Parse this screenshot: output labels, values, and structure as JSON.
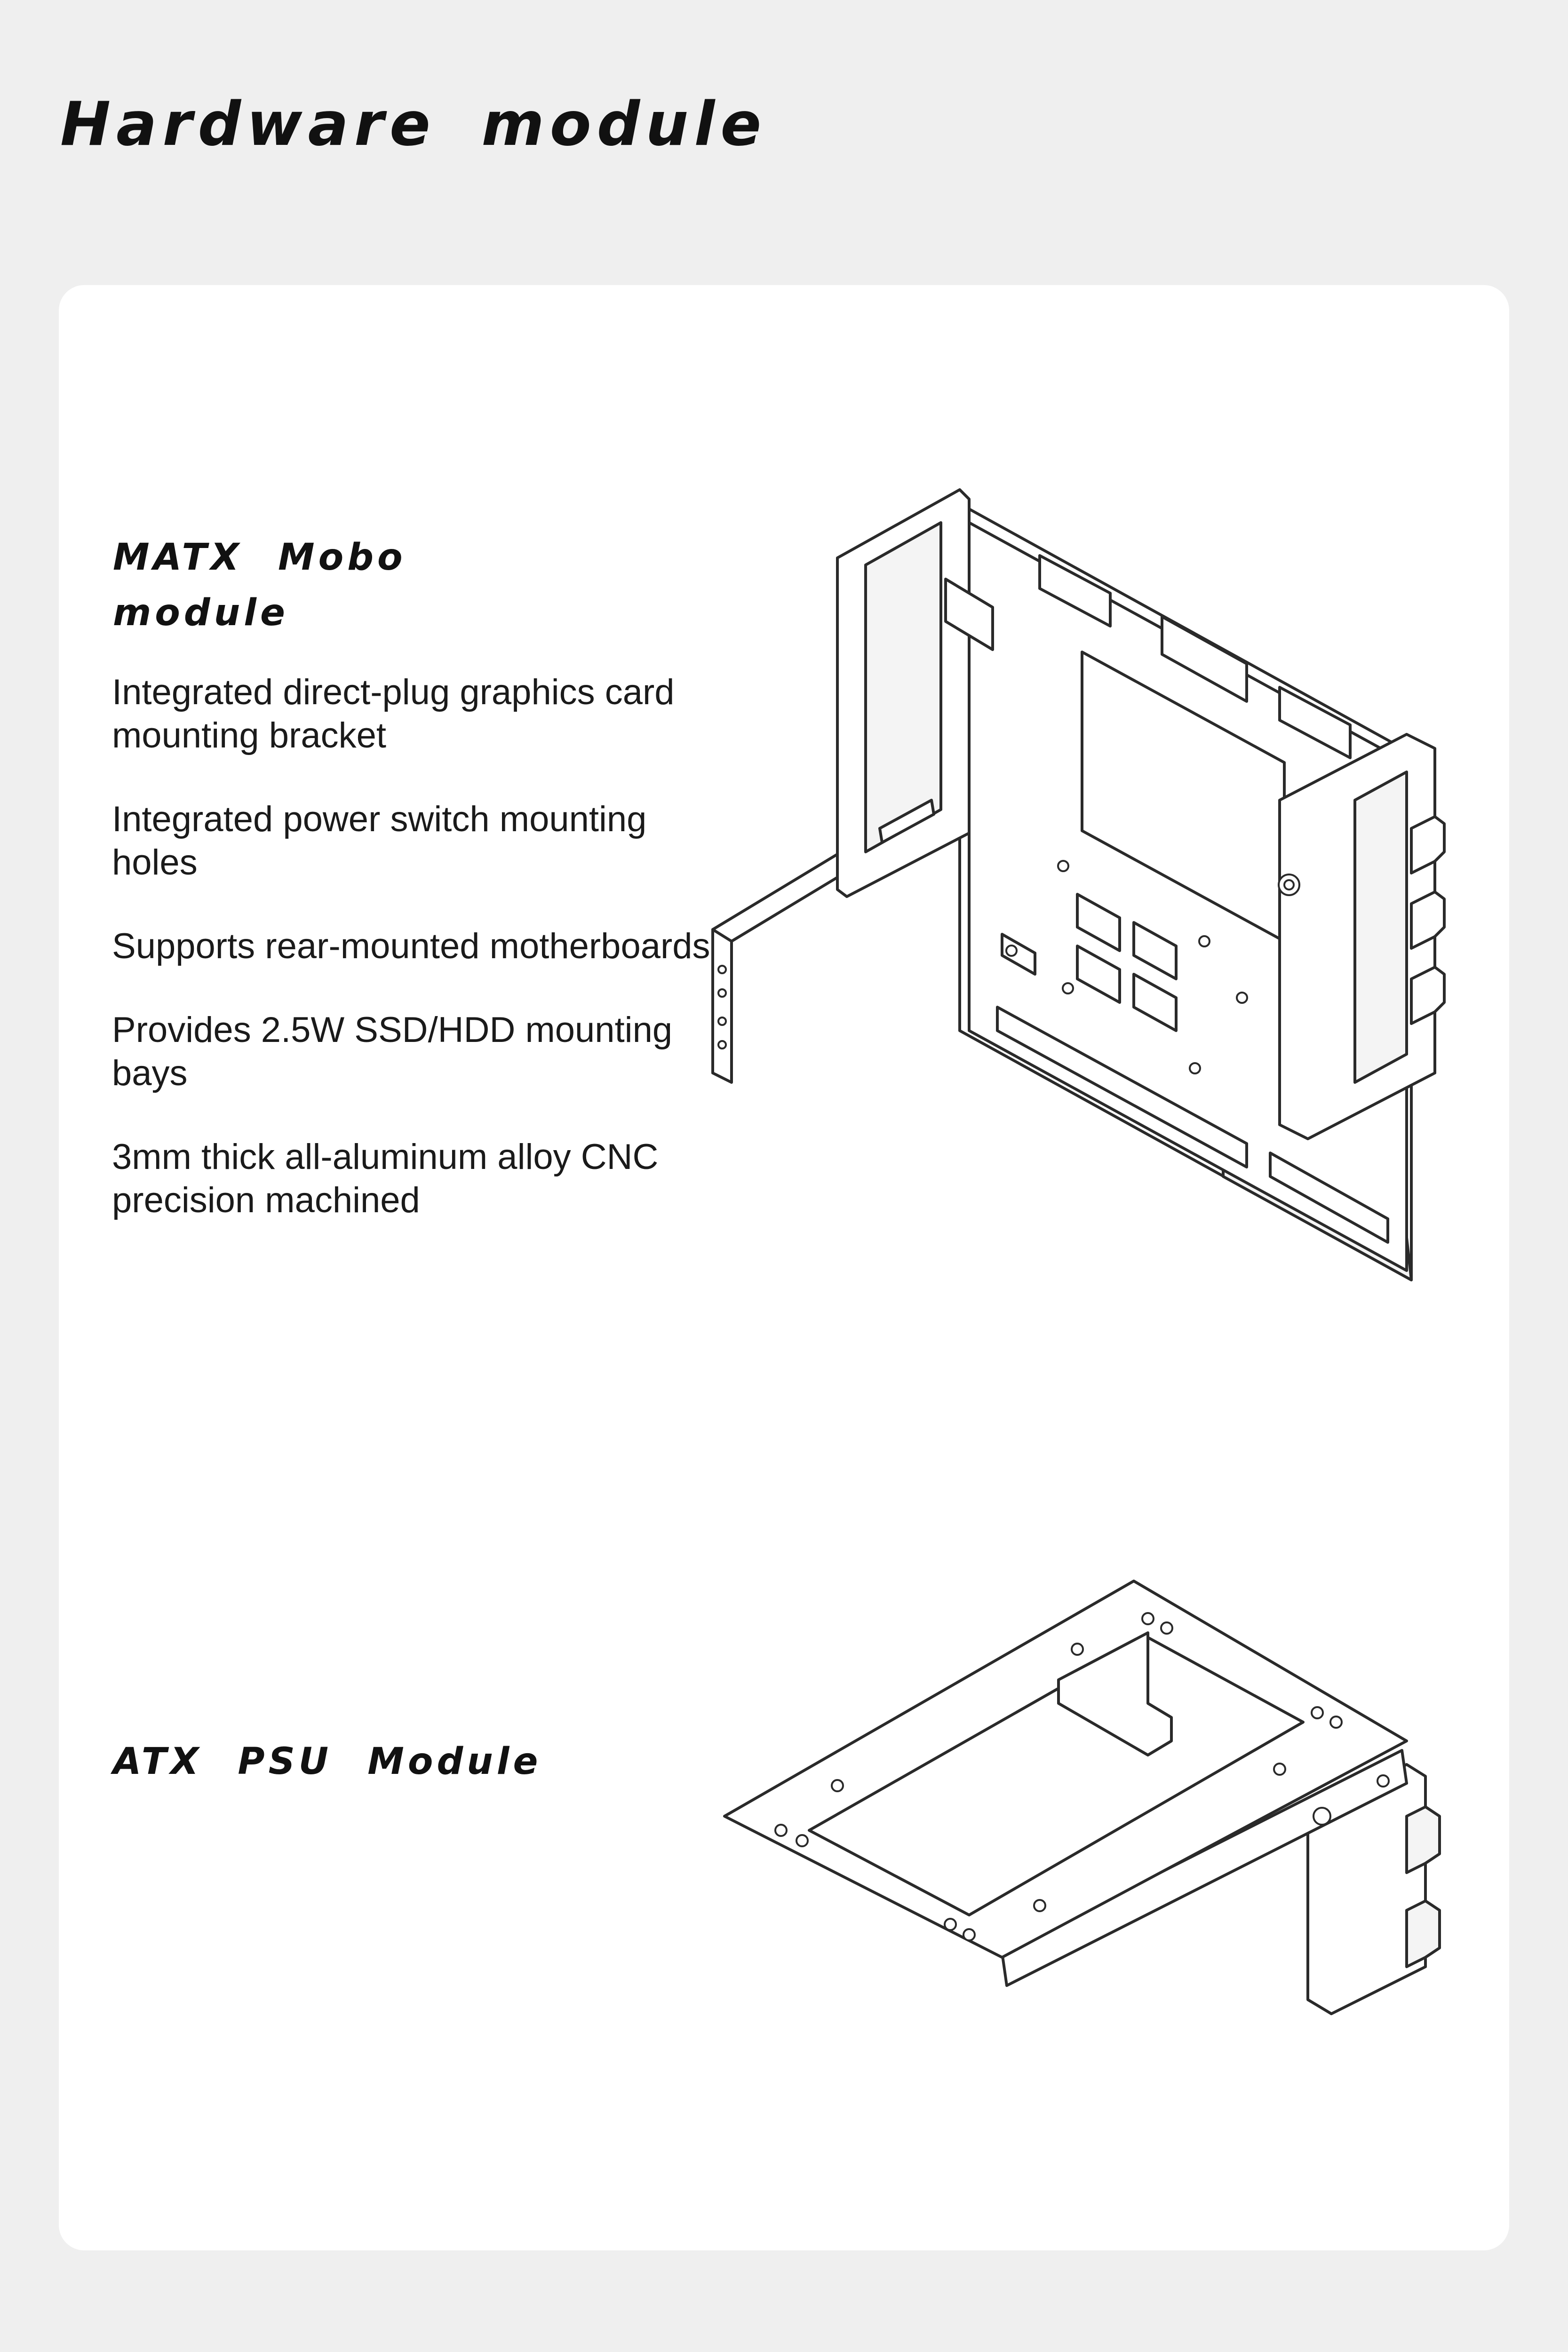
{
  "page": {
    "title": "Hardware module"
  },
  "mobo_module": {
    "title": "MATX Mobo module",
    "features": [
      "Integrated direct-plug graphics card mounting bracket",
      "Integrated power switch mounting holes",
      "Supports rear-mounted motherboards",
      "Provides 2.5W SSD/HDD mounting bays",
      "3mm thick all-aluminum alloy CNC precision machined"
    ],
    "illustration": "matx-mobo-bracket-drawing"
  },
  "psu_module": {
    "title": "ATX PSU Module",
    "illustration": "atx-psu-bracket-drawing"
  },
  "colors": {
    "background": "#efefef",
    "card": "#ffffff",
    "text": "#111111",
    "line_art": "#2a2a2a"
  }
}
